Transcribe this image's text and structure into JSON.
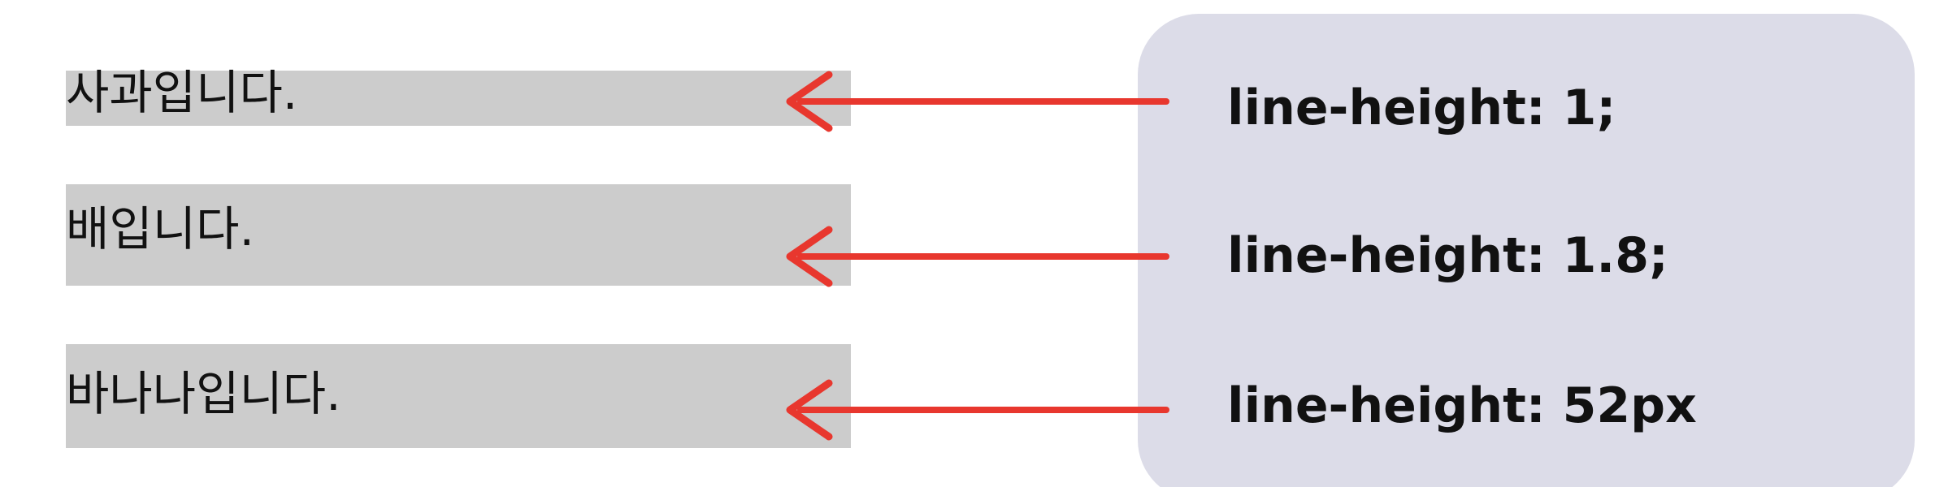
{
  "samples": [
    {
      "text": "사과입니다."
    },
    {
      "text": "배입니다."
    },
    {
      "text": "바나나입니다."
    }
  ],
  "rules": [
    {
      "text": "line-height: 1;"
    },
    {
      "text": "line-height: 1.8;"
    },
    {
      "text": "line-height: 52px"
    }
  ],
  "colors": {
    "sample_background": "#cccccc",
    "panel_background": "#dcdce8",
    "arrow": "#e8372e",
    "text": "#111111"
  }
}
